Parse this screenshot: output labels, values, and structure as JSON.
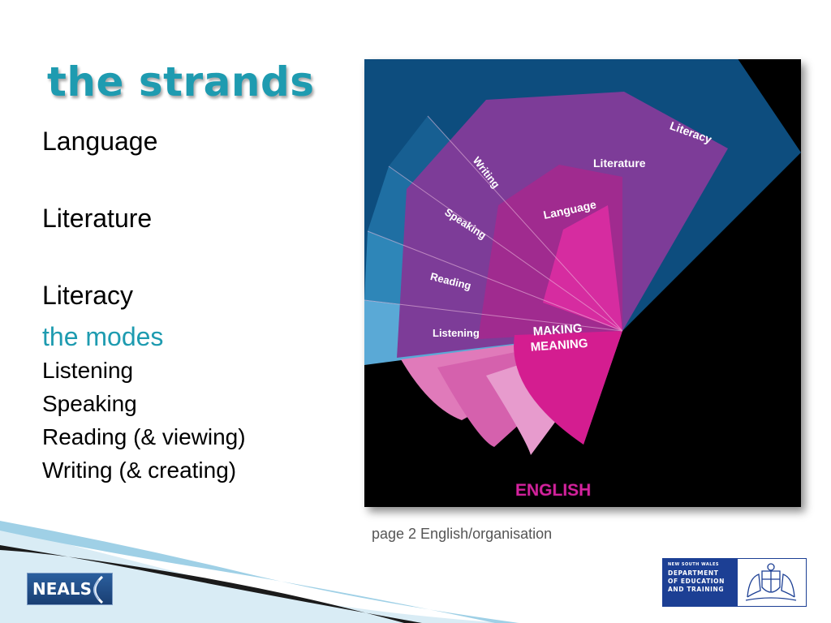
{
  "slide": {
    "title": "the strands",
    "strands": [
      "Language",
      "Literature",
      "Literacy"
    ],
    "modes_heading": "the modes",
    "modes": [
      "Listening",
      "Speaking",
      "Reading (& viewing)",
      "Writing (& creating)"
    ],
    "caption": "page 2 English/organisation"
  },
  "figure": {
    "outer_labels": [
      "Literacy",
      "Literature",
      "Language"
    ],
    "mode_labels": [
      "Writing",
      "Speaking",
      "Reading",
      "Listening"
    ],
    "center_label_line1": "MAKING",
    "center_label_line2": "MEANING",
    "bottom_label": "ENGLISH"
  },
  "logos": {
    "neals": "NEALS",
    "dept_small": "NEW SOUTH WALES",
    "dept_lines": [
      "DEPARTMENT",
      "OF EDUCATION",
      "AND TRAINING"
    ]
  },
  "colors": {
    "title": "#1e9bb0",
    "dept_blue": "#1c3f94",
    "magenta": "#d6249f"
  }
}
